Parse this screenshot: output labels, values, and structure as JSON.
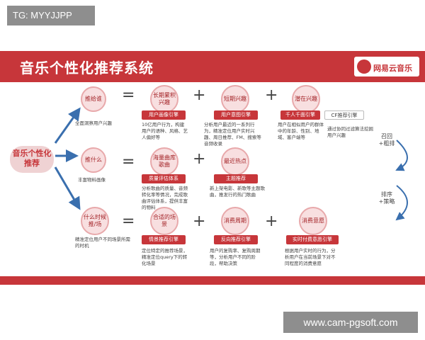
{
  "watermark_top": "TG: MYYJJPP",
  "watermark_bottom": "www.cam-pgsoft.com",
  "header": {
    "title": "音乐个性化推荐系统",
    "logo": "网易云音乐"
  },
  "main_node": "音乐个性化推荐",
  "equals": "=",
  "plus": "+",
  "rows": [
    {
      "head": "推给谁",
      "head_desc": "全面洞察用户兴趣",
      "items": [
        {
          "circle": "长期累积兴趣",
          "pill": "用户画像引擎",
          "desc": "10亿用户行为，构建用户的语种、风格、艺人偏好等"
        },
        {
          "circle": "短期兴趣",
          "pill": "用户意图引擎",
          "desc": "分析用户最近的一系列行为，精准定位用户实时兴趣、周日推荐、FM、搜索等音频收录"
        },
        {
          "circle": "潜在兴趣",
          "pill": "千人千面引擎",
          "desc": "用户在相似用户的群体中的年龄、性别、地域、客户端等"
        },
        {
          "pill": "CF推荐引擎",
          "desc": "通过协同过滤算法挖掘用户兴趣"
        }
      ]
    },
    {
      "head": "推什么",
      "head_desc": "丰富物料画像",
      "items": [
        {
          "circle": "海量曲库歌曲",
          "pill": "质量评估体系",
          "desc": "分析歌曲的质量、音频转化率等情况，完成歌曲评估体系，提供丰富的物料"
        },
        {
          "circle": "最近热点",
          "pill": "主题推荐",
          "desc": "新上架电影、新歌等主题歌曲，推发行的热门歌曲"
        }
      ]
    },
    {
      "head": "什么时候推/场",
      "head_desc": "精准定位用户不同场景所需的时机",
      "items": [
        {
          "circle": "合适的场景",
          "pill": "情景推荐引擎",
          "desc": "定位特定的推荐场景，精准定位query下的转化场景"
        },
        {
          "circle": "消费周期",
          "pill": "反向推荐引擎",
          "desc": "用户的复购率、复购周期等，分析用户不同的阶段，帮助决策"
        },
        {
          "circle": "消费意愿",
          "pill": "实时付费意愿引擎",
          "desc": "根据用户实时的行为，分析用户在当前场景下对不同程度的消费意愿"
        }
      ]
    }
  ],
  "side_labels": [
    {
      "text": "召回+粗排"
    },
    {
      "text": "排序+策略"
    }
  ],
  "colors": {
    "accent": "#c7363a",
    "circle_fill": "#f8dfe0"
  }
}
